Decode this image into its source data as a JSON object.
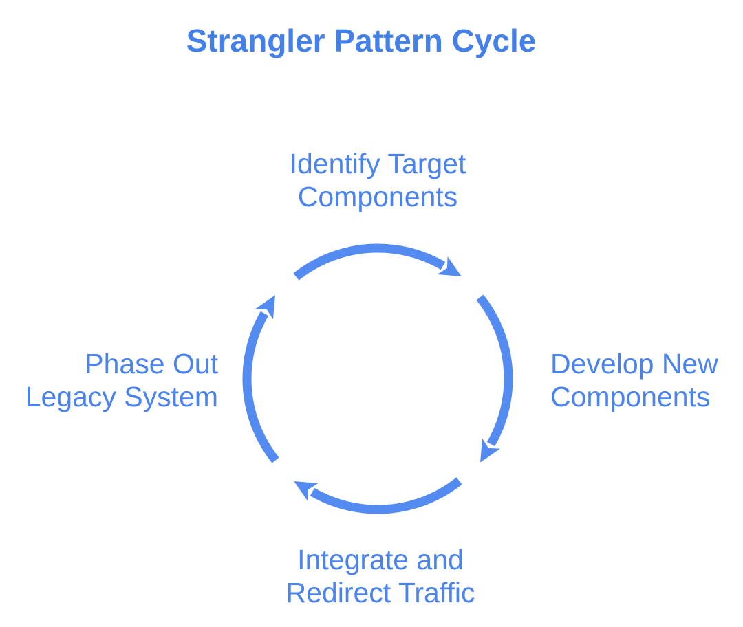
{
  "title": "Strangler Pattern Cycle",
  "diagram": {
    "type": "cycle",
    "direction": "clockwise",
    "steps": [
      {
        "position": "top",
        "label": "Identify Target Components",
        "lines": [
          "Identify Target",
          "Components"
        ]
      },
      {
        "position": "right",
        "label": "Develop New Components",
        "lines": [
          "Develop New",
          "Components"
        ]
      },
      {
        "position": "bottom",
        "label": "Integrate and Redirect Traffic",
        "lines": [
          "Integrate and",
          "Redirect Traffic"
        ]
      },
      {
        "position": "left",
        "label": "Phase Out Legacy System",
        "lines": [
          "Phase Out",
          "Legacy System"
        ]
      }
    ]
  },
  "colors": {
    "title": "#4480ea",
    "label": "#4a83ee",
    "arrow": "#548bf0",
    "background": "#ffffff"
  }
}
